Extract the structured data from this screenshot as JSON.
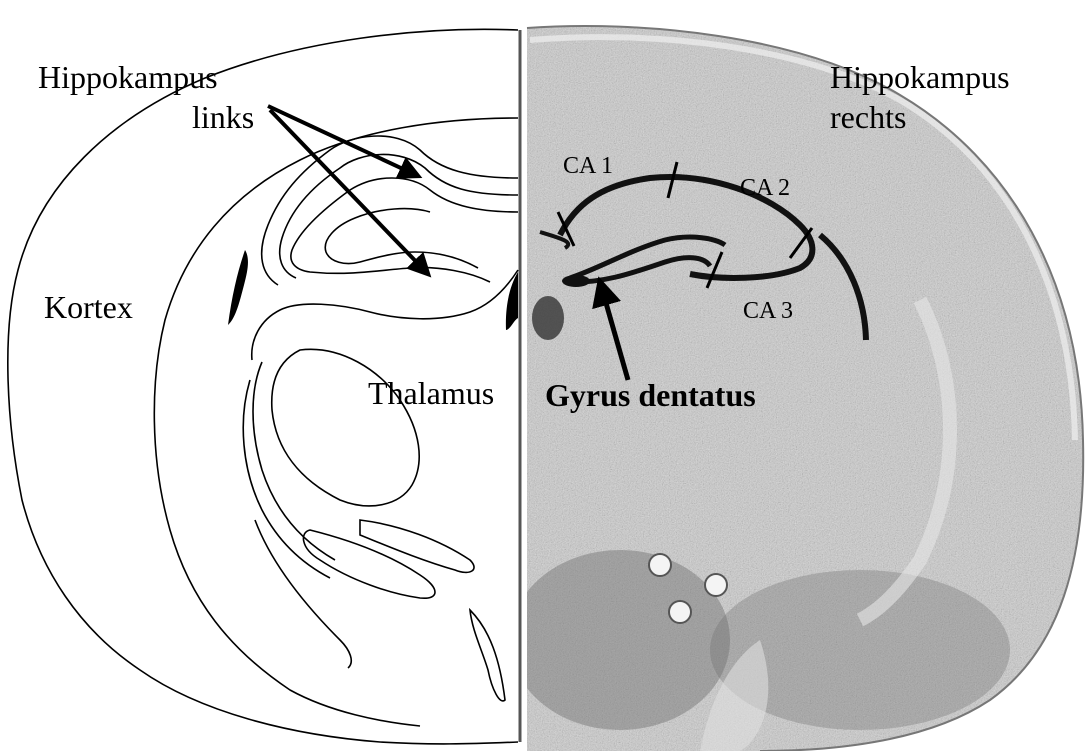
{
  "labels": {
    "hippo_left_line1": "Hippokampus",
    "hippo_left_line2": "links",
    "hippo_right_line1": "Hippokampus",
    "hippo_right_line2": "rechts",
    "cortex": "Kortex",
    "thalamus": "Thalamus",
    "dentate_gyrus": "Gyrus dentatus",
    "ca1": "CA 1",
    "ca2": "CA 2",
    "ca3": "CA 3"
  },
  "colors": {
    "ink": "#000000",
    "tissue": "#c9c9c9",
    "tissue_dark": "#8a8a8a",
    "background": "#ffffff"
  }
}
